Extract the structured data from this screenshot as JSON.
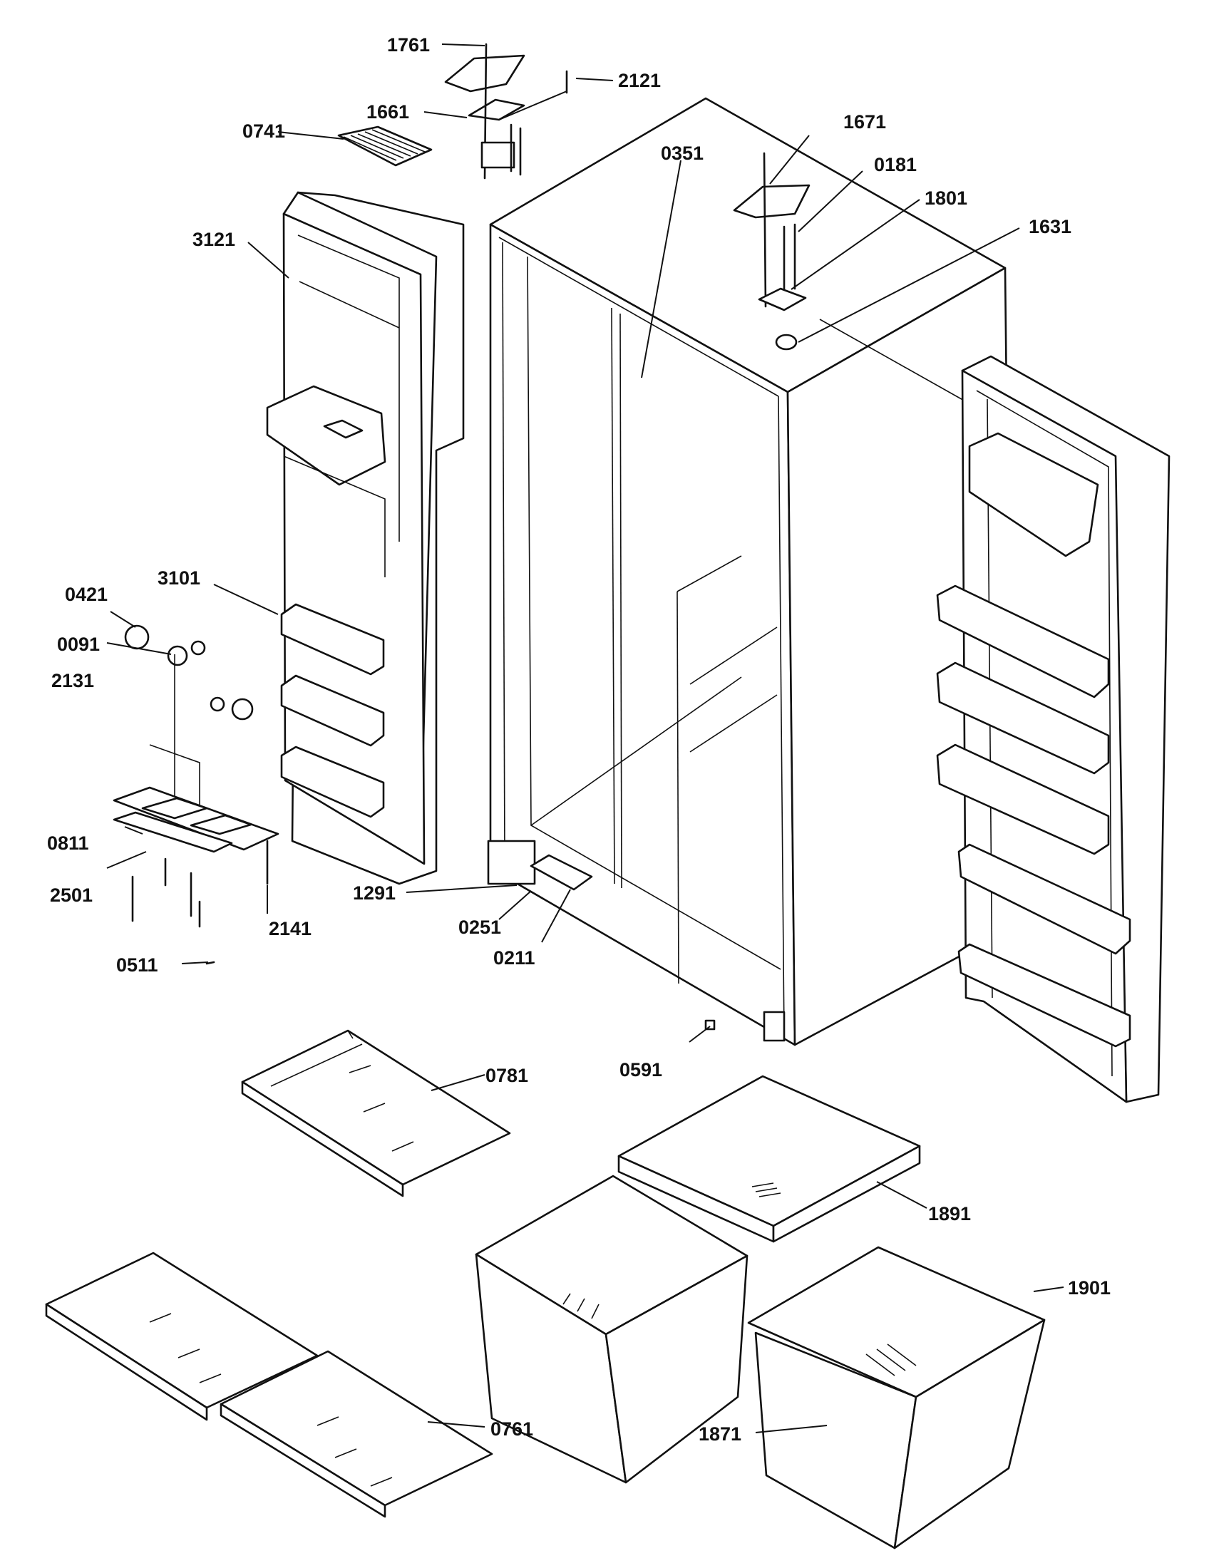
{
  "labels": {
    "p1761": "1761",
    "p2121": "2121",
    "p1661": "1661",
    "p0741": "0741",
    "p0351": "0351",
    "p1671": "1671",
    "p0181": "0181",
    "p1801": "1801",
    "p1631": "1631",
    "p3121": "3121",
    "p3101": "3101",
    "p0421": "0421",
    "p0091": "0091",
    "p2131": "2131",
    "p0811": "0811",
    "p2501": "2501",
    "p2141": "2141",
    "p0511": "0511",
    "p1291": "1291",
    "p0251": "0251",
    "p0211": "0211",
    "p0591": "0591",
    "p0781": "0781",
    "p1891": "1891",
    "p1901": "1901",
    "p0761": "0761",
    "p1871": "1871"
  }
}
